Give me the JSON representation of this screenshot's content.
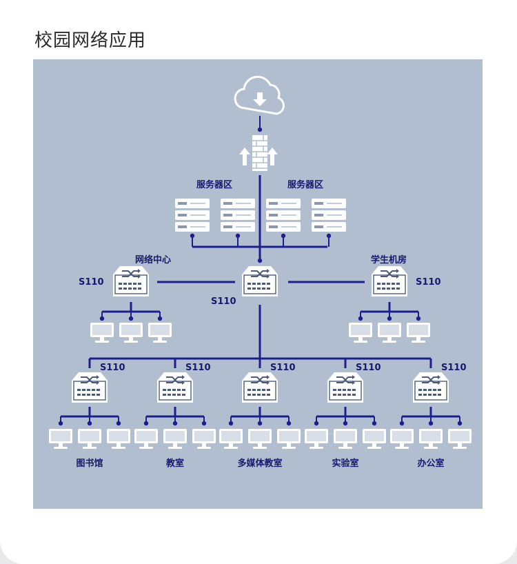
{
  "title": "校园网络应用",
  "colors": {
    "panel_bg": "#b0bed0",
    "line": "#1a1f8c",
    "label": "#17196e",
    "device": "#ffffff"
  },
  "nodes": {
    "internet": {
      "icon": "cloud-download-icon"
    },
    "firewall": {
      "icon": "firewall-icon"
    },
    "server_zone_left": {
      "label": "服务器区",
      "icon": "server-icon"
    },
    "server_zone_right": {
      "label": "服务器区",
      "icon": "server-icon"
    },
    "core_switch": {
      "model": "S110",
      "icon": "switch-icon"
    },
    "network_center": {
      "label": "网络中心",
      "model": "S110",
      "icon": "switch-icon"
    },
    "student_lab": {
      "label": "学生机房",
      "model": "S110",
      "icon": "switch-icon"
    }
  },
  "access_switches": [
    {
      "model": "S110",
      "label": "图书馆"
    },
    {
      "model": "S110",
      "label": "教室"
    },
    {
      "model": "S110",
      "label": "多媒体教室"
    },
    {
      "model": "S110",
      "label": "实验室"
    },
    {
      "model": "S110",
      "label": "办公室"
    }
  ]
}
